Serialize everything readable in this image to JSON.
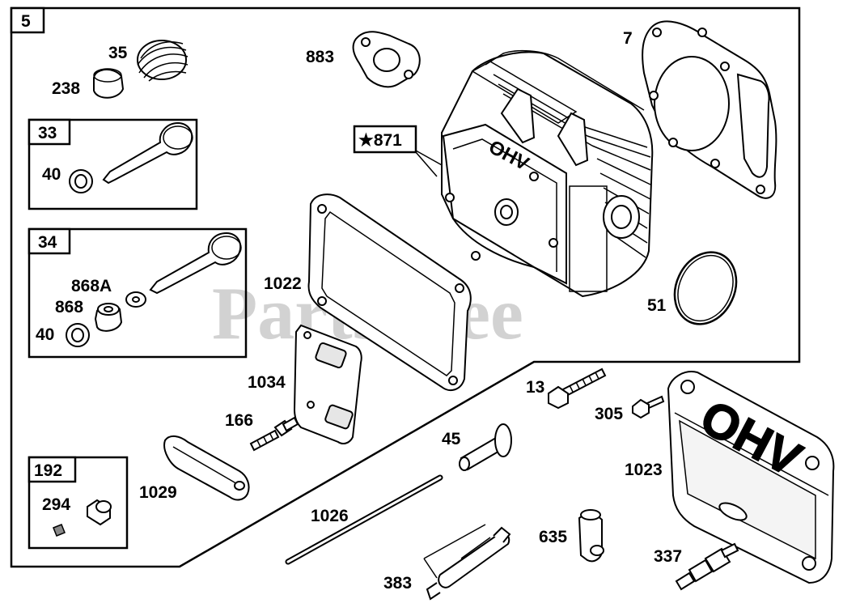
{
  "watermark": "PartsTree",
  "boxes": [
    {
      "id": "box-5",
      "number": "5"
    },
    {
      "id": "box-33",
      "number": "33"
    },
    {
      "id": "box-34",
      "number": "34"
    },
    {
      "id": "box-192",
      "number": "192"
    }
  ],
  "kit_label": "★871",
  "part_labels": {
    "p35": "35",
    "p238": "238",
    "p883": "883",
    "p7": "7",
    "p40a": "40",
    "p868a": "868A",
    "p868": "868",
    "p40b": "40",
    "p1022": "1022",
    "p51": "51",
    "p1034": "1034",
    "p13": "13",
    "p305": "305",
    "p166": "166",
    "p45": "45",
    "p1023": "1023",
    "p1029": "1029",
    "p294": "294",
    "p1026": "1026",
    "p635": "635",
    "p337": "337",
    "p383": "383"
  },
  "embossed_text": {
    "head": "OHV",
    "cover": "OHV"
  }
}
